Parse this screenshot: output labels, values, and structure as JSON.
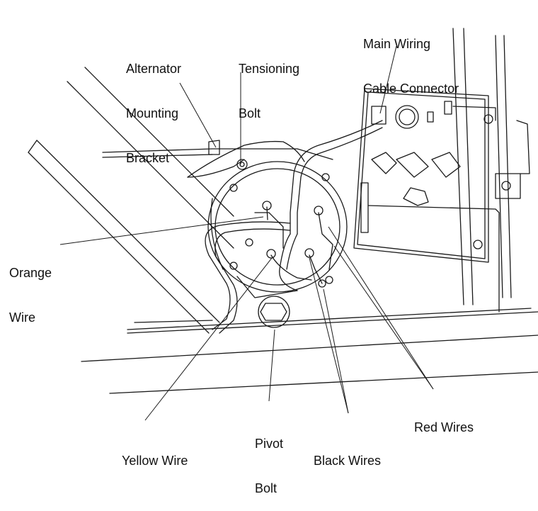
{
  "labels": {
    "alternator_bracket": [
      "Alternator",
      "Mounting",
      "Bracket"
    ],
    "tensioning_bolt": [
      "Tensioning",
      "Bolt"
    ],
    "main_wiring": [
      "Main Wiring",
      "Cable Connector"
    ],
    "orange_wire": [
      "Orange",
      "Wire"
    ],
    "yellow_wire": [
      "Yellow Wire"
    ],
    "pivot_bolt": [
      "Pivot",
      "Bolt"
    ],
    "black_wires": [
      "Black Wires"
    ],
    "red_wires": [
      "Red Wires"
    ]
  }
}
